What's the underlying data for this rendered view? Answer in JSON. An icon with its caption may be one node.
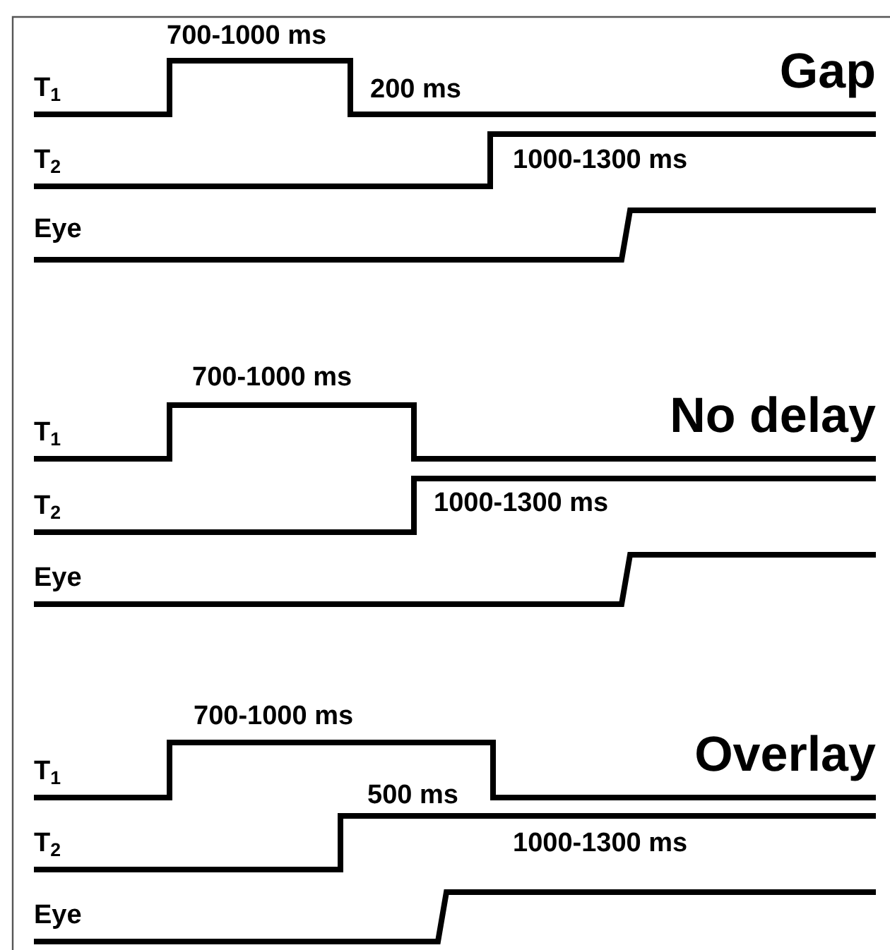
{
  "diagram": {
    "labels": [
      "700-1000 ms",
      "Gap",
      "T$_{1}$",
      "200 ms",
      "T$_{2}$",
      "1000-1300 ms",
      "Eye",
      "700-1000 ms",
      "No delay",
      "T$_{1}$",
      "T$_{2}$",
      "1000-1300 ms",
      "Eye",
      "700-1000 ms",
      "Overlay",
      "T$_{1}$",
      "500 ms",
      "T$_{2}$",
      "1000-1300 ms",
      "Eye"
    ]
  }
}
